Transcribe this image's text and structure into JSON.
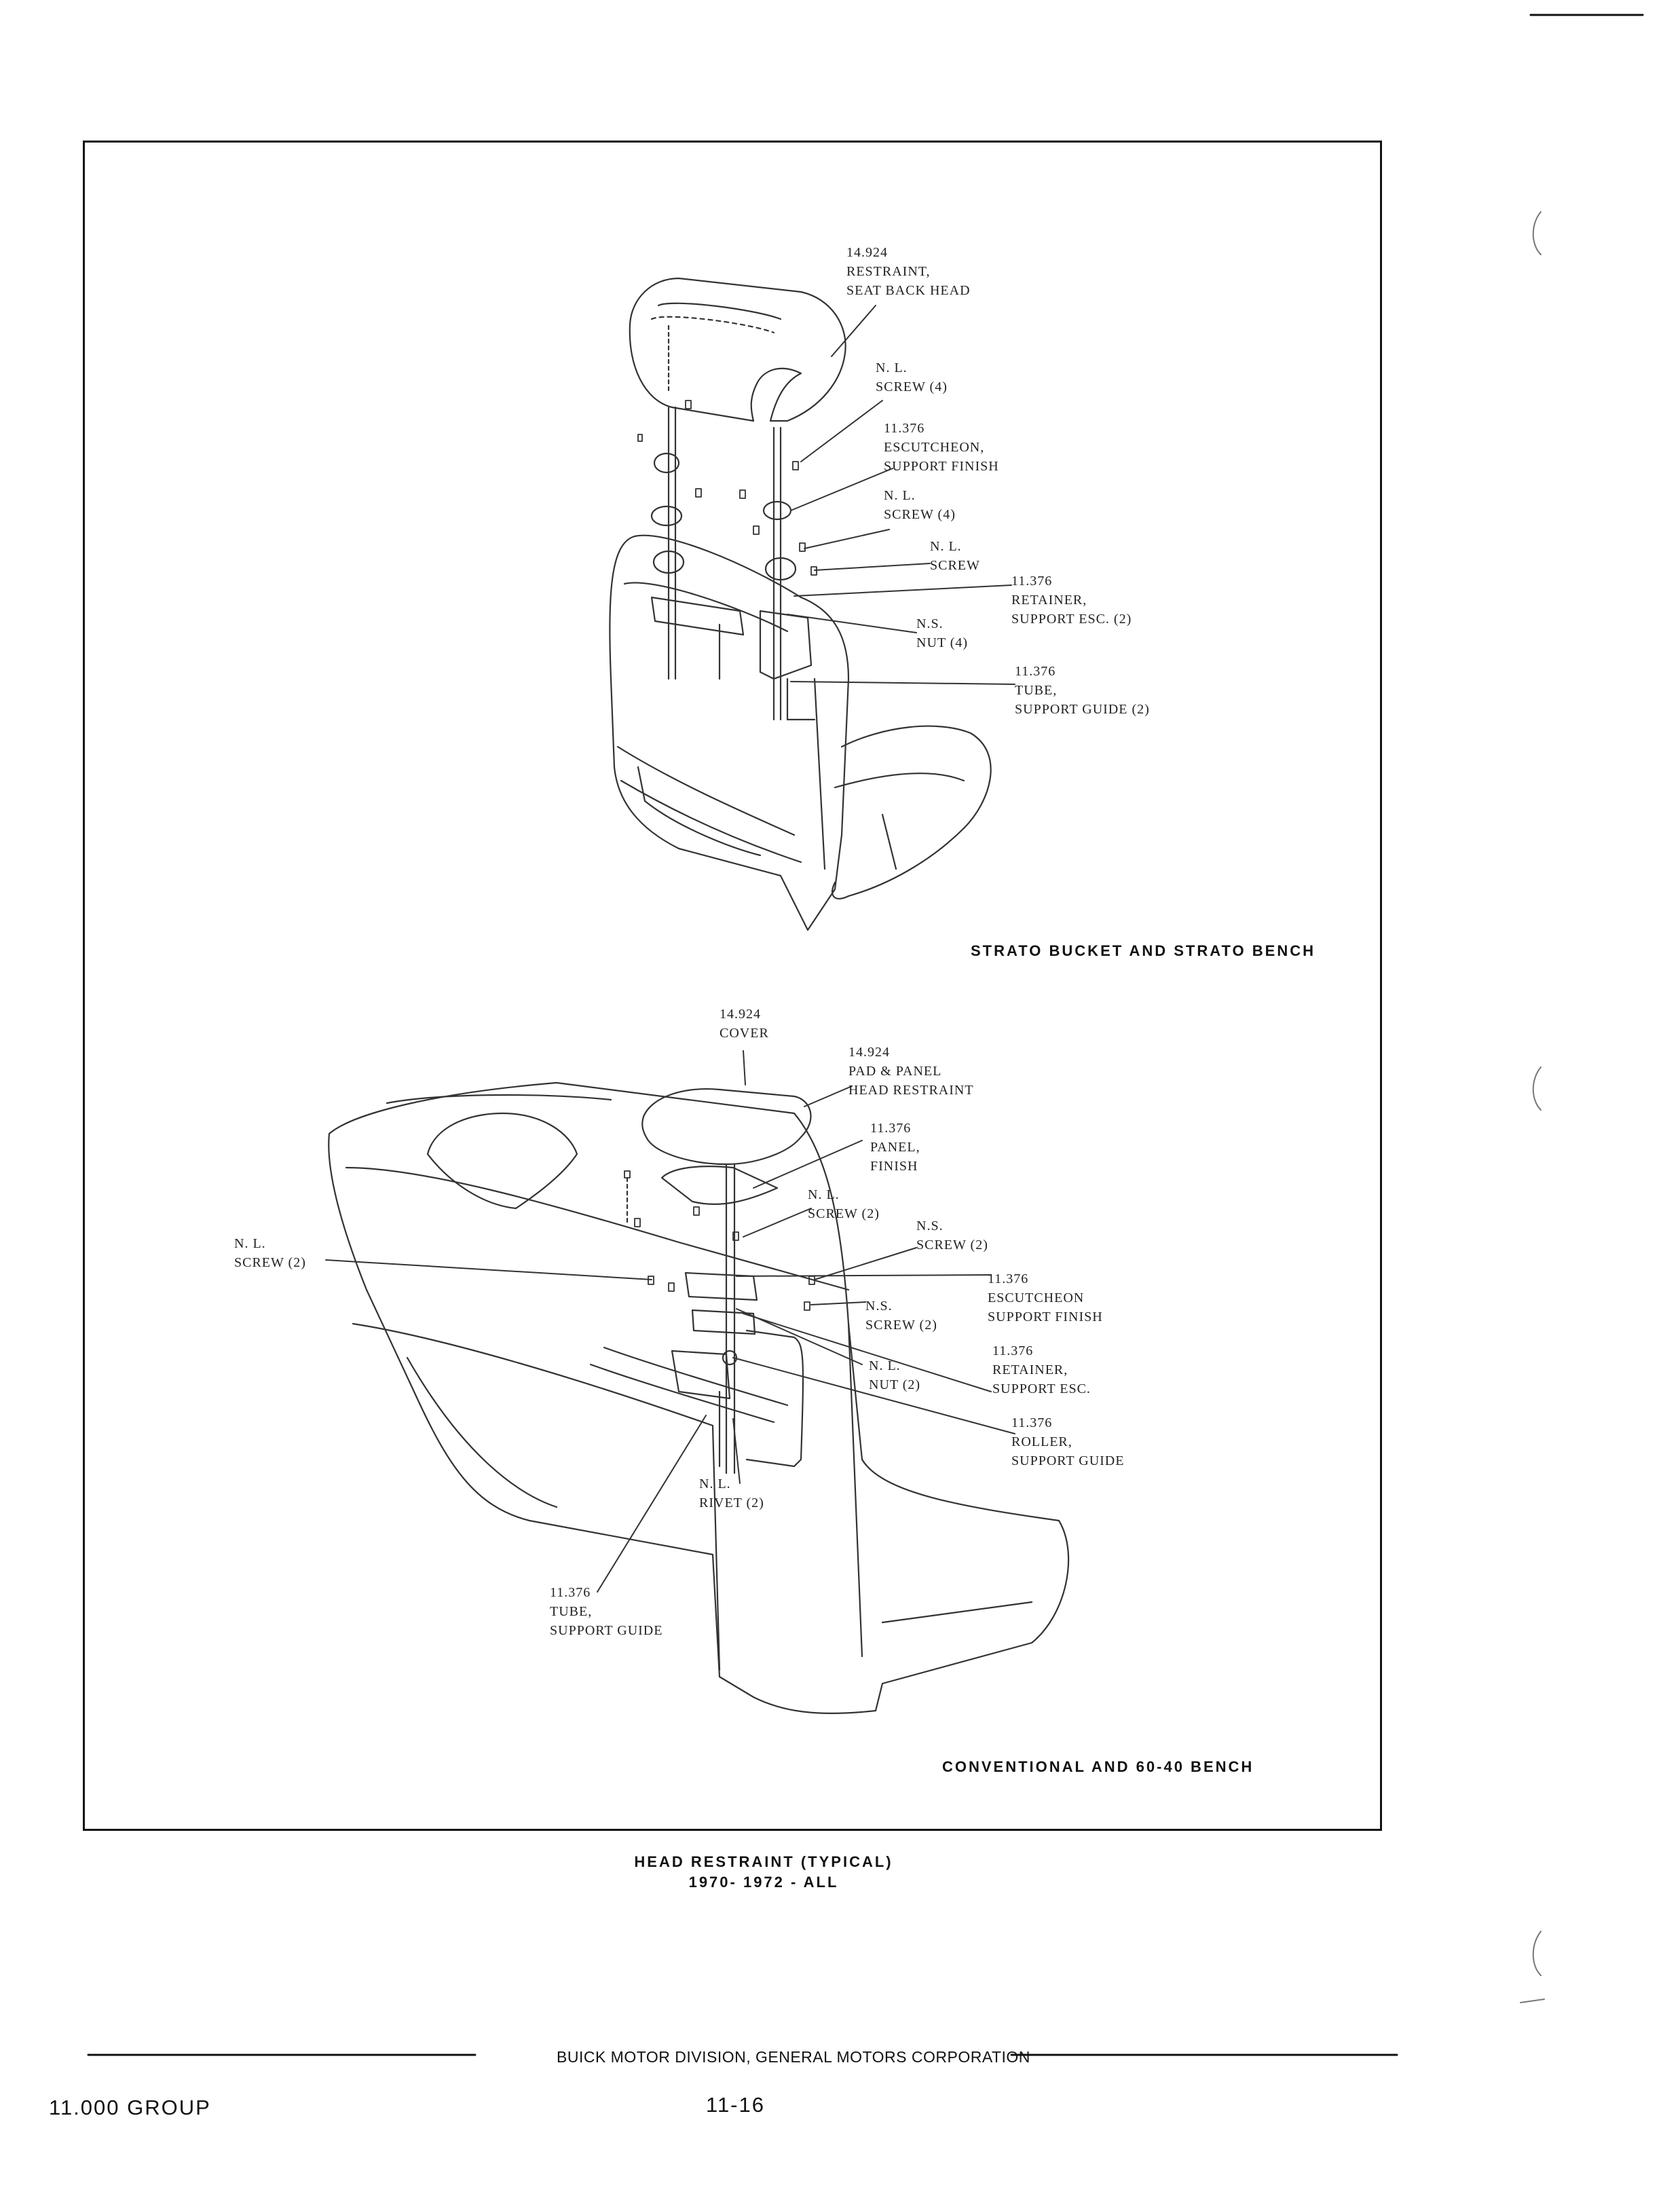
{
  "figure": {
    "top_view": {
      "title": "STRATO BUCKET AND STRATO BENCH",
      "callouts": [
        {
          "id": "restraint",
          "lines": [
            "14.924",
            "RESTRAINT,",
            "SEAT BACK HEAD"
          ]
        },
        {
          "id": "screw-a",
          "lines": [
            "N. L.",
            "SCREW (4)"
          ]
        },
        {
          "id": "escutcheon",
          "lines": [
            "11.376",
            "ESCUTCHEON,",
            "SUPPORT FINISH"
          ]
        },
        {
          "id": "screw-b",
          "lines": [
            "N. L.",
            "SCREW (4)"
          ]
        },
        {
          "id": "screw-c",
          "lines": [
            "N. L.",
            "SCREW"
          ]
        },
        {
          "id": "retainer",
          "lines": [
            "11.376",
            "RETAINER,",
            "SUPPORT ESC. (2)"
          ]
        },
        {
          "id": "nut",
          "lines": [
            "N.S.",
            "NUT (4)"
          ]
        },
        {
          "id": "tube",
          "lines": [
            "11.376",
            "TUBE,",
            "SUPPORT GUIDE (2)"
          ]
        }
      ]
    },
    "bottom_view": {
      "title": "CONVENTIONAL AND 60-40 BENCH",
      "callouts": [
        {
          "id": "cover",
          "lines": [
            "14.924",
            "COVER"
          ]
        },
        {
          "id": "pad-panel",
          "lines": [
            "14.924",
            "PAD & PANEL",
            "HEAD RESTRAINT"
          ]
        },
        {
          "id": "panel",
          "lines": [
            "11.376",
            "PANEL,",
            "FINISH"
          ]
        },
        {
          "id": "nl-screw-2a",
          "lines": [
            "N. L.",
            "SCREW (2)"
          ]
        },
        {
          "id": "ns-screw-2a",
          "lines": [
            "N.S.",
            "SCREW (2)"
          ]
        },
        {
          "id": "nl-screw-left",
          "lines": [
            "N. L.",
            "SCREW (2)"
          ]
        },
        {
          "id": "escutcheon",
          "lines": [
            "11.376",
            "ESCUTCHEON",
            "SUPPORT FINISH"
          ]
        },
        {
          "id": "ns-screw-2b",
          "lines": [
            "N.S.",
            "SCREW (2)"
          ]
        },
        {
          "id": "nl-nut",
          "lines": [
            "N. L.",
            "NUT (2)"
          ]
        },
        {
          "id": "retainer",
          "lines": [
            "11.376",
            "RETAINER,",
            "SUPPORT ESC."
          ]
        },
        {
          "id": "roller",
          "lines": [
            "11.376",
            "ROLLER,",
            "SUPPORT GUIDE"
          ]
        },
        {
          "id": "rivet",
          "lines": [
            "N. L.",
            "RIVET (2)"
          ]
        },
        {
          "id": "tube",
          "lines": [
            "11.376",
            "TUBE,",
            "SUPPORT GUIDE"
          ]
        }
      ]
    },
    "caption": {
      "line1": "HEAD RESTRAINT (TYPICAL)",
      "line2": "1970- 1972 - ALL"
    }
  },
  "footer": {
    "corporation": "BUICK MOTOR DIVISION, GENERAL MOTORS CORPORATION",
    "group": "11.000 GROUP",
    "page_number": "11-16"
  }
}
